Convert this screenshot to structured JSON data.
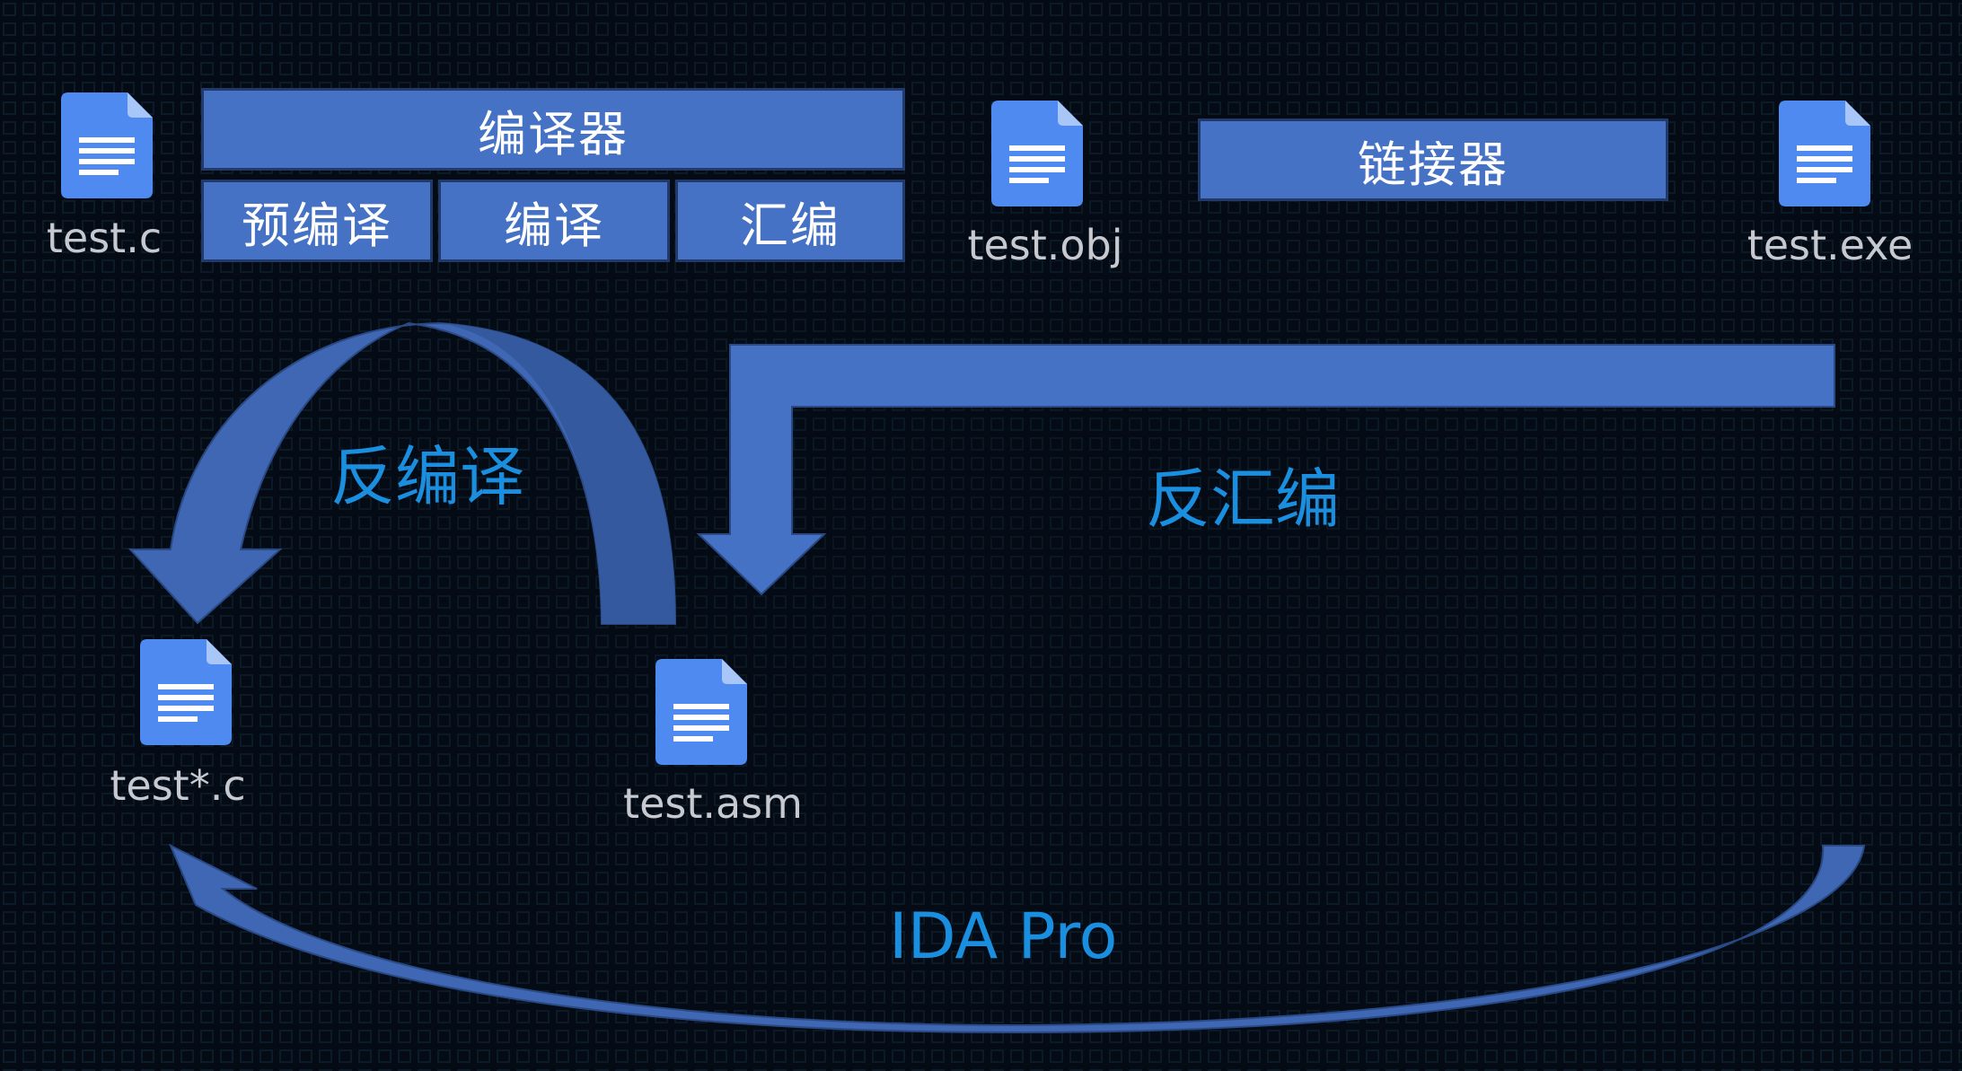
{
  "files": {
    "source": "test.c",
    "object": "test.obj",
    "executable": "test.exe",
    "decompiled": "test*.c",
    "assembly": "test.asm"
  },
  "compiler": {
    "title": "编译器",
    "stages": [
      "预编译",
      "编译",
      "汇编"
    ]
  },
  "linker": {
    "title": "链接器"
  },
  "labels": {
    "decompile": "反编译",
    "disassemble": "反汇编",
    "tool": "IDA Pro"
  },
  "colors": {
    "background": "#040b14",
    "box_fill": "#4572c4",
    "arrow_fill": "#3f67b4",
    "accent_text": "#1a8fe0",
    "file_label": "#c6c9cf",
    "doc_icon": "#4e8af0"
  }
}
